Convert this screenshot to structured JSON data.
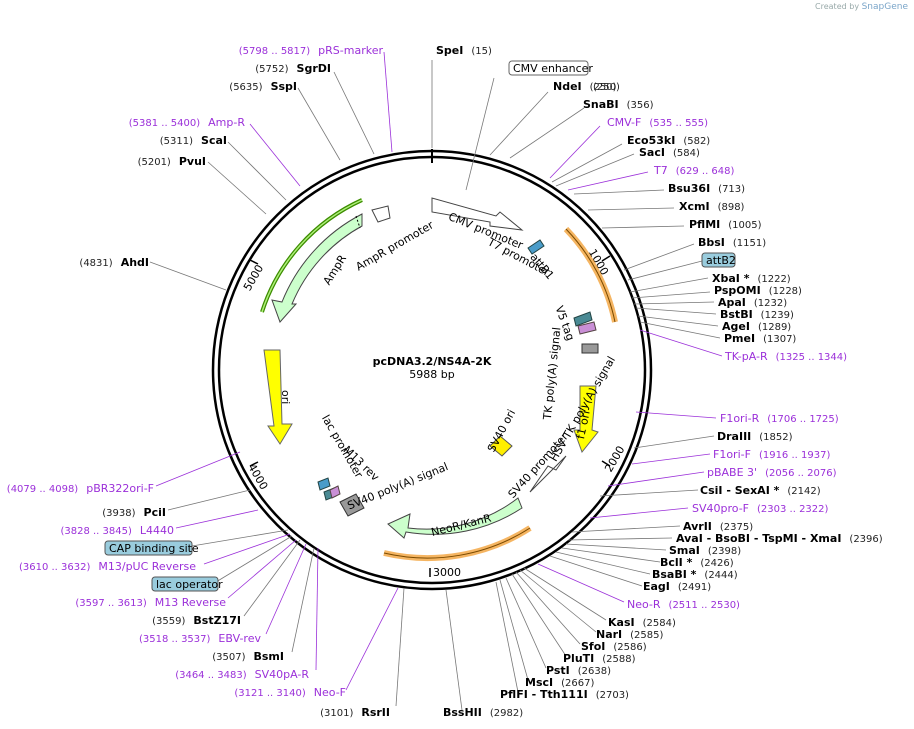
{
  "credit": {
    "prefix": "Created by",
    "brand": "SnapGene"
  },
  "plasmid": {
    "name": "pcDNA3.2/NS4A-2K",
    "length": "5988 bp"
  },
  "ticks": [
    "1000",
    "2000",
    "3000",
    "4000",
    "5000"
  ],
  "features": [
    {
      "label": "CMV promoter"
    },
    {
      "label": "T7 promoter"
    },
    {
      "label": "attB1"
    },
    {
      "label": "V5 tag"
    },
    {
      "label": "TK poly(A) signal"
    },
    {
      "label": "f1 ori"
    },
    {
      "label": "HSV TK poly(A) signal"
    },
    {
      "label": "SV40 promoter"
    },
    {
      "label": "SV40 ori"
    },
    {
      "label": "NeoR/KanR"
    },
    {
      "label": "SV40 poly(A) signal"
    },
    {
      "label": "M13 rev"
    },
    {
      "label": "lac promoter"
    },
    {
      "label": "ori"
    },
    {
      "label": "AmpR"
    },
    {
      "label": "AmpR promoter"
    }
  ],
  "boxed_labels": [
    {
      "label": "CMV enhancer",
      "pos": "(250)"
    },
    {
      "label": "attB2",
      "pos": ""
    },
    {
      "label": "CAP binding site",
      "pos": ""
    },
    {
      "label": "lac operator",
      "pos": ""
    }
  ],
  "labels": [
    {
      "name": "SpeI",
      "pos": "(15)",
      "kind": "enzyme"
    },
    {
      "name": "NdeI",
      "pos": "(250)",
      "kind": "enzyme"
    },
    {
      "name": "SnaBI",
      "pos": "(356)",
      "kind": "enzyme"
    },
    {
      "name": "CMV-F",
      "pos": "(535 .. 555)",
      "kind": "primer"
    },
    {
      "name": "Eco53kI",
      "pos": "(582)",
      "kind": "enzyme"
    },
    {
      "name": "SacI",
      "pos": "(584)",
      "kind": "enzyme"
    },
    {
      "name": "T7",
      "pos": "(629 .. 648)",
      "kind": "primer"
    },
    {
      "name": "Bsu36I",
      "pos": "(713)",
      "kind": "enzyme"
    },
    {
      "name": "XcmI",
      "pos": "(898)",
      "kind": "enzyme"
    },
    {
      "name": "PflMI",
      "pos": "(1005)",
      "kind": "enzyme"
    },
    {
      "name": "BbsI",
      "pos": "(1151)",
      "kind": "enzyme"
    },
    {
      "name": "XbaI *",
      "pos": "(1222)",
      "kind": "enzyme"
    },
    {
      "name": "PspOMI",
      "pos": "(1228)",
      "kind": "enzyme"
    },
    {
      "name": "ApaI",
      "pos": "(1232)",
      "kind": "enzyme"
    },
    {
      "name": "BstBI",
      "pos": "(1239)",
      "kind": "enzyme"
    },
    {
      "name": "AgeI",
      "pos": "(1289)",
      "kind": "enzyme"
    },
    {
      "name": "PmeI",
      "pos": "(1307)",
      "kind": "enzyme"
    },
    {
      "name": "TK-pA-R",
      "pos": "(1325 .. 1344)",
      "kind": "primer"
    },
    {
      "name": "F1ori-R",
      "pos": "(1706 .. 1725)",
      "kind": "primer"
    },
    {
      "name": "DraIII",
      "pos": "(1852)",
      "kind": "enzyme"
    },
    {
      "name": "F1ori-F",
      "pos": "(1916 .. 1937)",
      "kind": "primer"
    },
    {
      "name": "pBABE 3'",
      "pos": "(2056 .. 2076)",
      "kind": "primer"
    },
    {
      "name": "CsiI - SexAI *",
      "pos": "(2142)",
      "kind": "enzyme"
    },
    {
      "name": "SV40pro-F",
      "pos": "(2303 .. 2322)",
      "kind": "primer"
    },
    {
      "name": "AvrII",
      "pos": "(2375)",
      "kind": "enzyme"
    },
    {
      "name": "AvaI - BsoBI - TspMI - XmaI",
      "pos": "(2396)",
      "kind": "enzyme"
    },
    {
      "name": "SmaI",
      "pos": "(2398)",
      "kind": "enzyme"
    },
    {
      "name": "BclI *",
      "pos": "(2426)",
      "kind": "enzyme"
    },
    {
      "name": "BsaBI *",
      "pos": "(2444)",
      "kind": "enzyme"
    },
    {
      "name": "EagI",
      "pos": "(2491)",
      "kind": "enzyme"
    },
    {
      "name": "Neo-R",
      "pos": "(2511 .. 2530)",
      "kind": "primer"
    },
    {
      "name": "KasI",
      "pos": "(2584)",
      "kind": "enzyme"
    },
    {
      "name": "NarI",
      "pos": "(2585)",
      "kind": "enzyme"
    },
    {
      "name": "SfoI",
      "pos": "(2586)",
      "kind": "enzyme"
    },
    {
      "name": "PluTI",
      "pos": "(2588)",
      "kind": "enzyme"
    },
    {
      "name": "PstI",
      "pos": "(2638)",
      "kind": "enzyme"
    },
    {
      "name": "MscI",
      "pos": "(2667)",
      "kind": "enzyme"
    },
    {
      "name": "PflFI - Tth111I",
      "pos": "(2703)",
      "kind": "enzyme"
    },
    {
      "name": "BssHII",
      "pos": "(2982)",
      "kind": "enzyme"
    },
    {
      "name": "RsrII",
      "pos": "(3101)",
      "kind": "enzyme"
    },
    {
      "name": "Neo-F",
      "pos": "(3121 .. 3140)",
      "kind": "primer"
    },
    {
      "name": "SV40pA-R",
      "pos": "(3464 .. 3483)",
      "kind": "primer"
    },
    {
      "name": "BsmI",
      "pos": "(3507)",
      "kind": "enzyme"
    },
    {
      "name": "EBV-rev",
      "pos": "(3518 .. 3537)",
      "kind": "primer"
    },
    {
      "name": "BstZ17I",
      "pos": "(3559)",
      "kind": "enzyme"
    },
    {
      "name": "M13 Reverse",
      "pos": "(3597 .. 3613)",
      "kind": "primer"
    },
    {
      "name": "M13/pUC Reverse",
      "pos": "(3610 .. 3632)",
      "kind": "primer"
    },
    {
      "name": "L4440",
      "pos": "(3828 .. 3845)",
      "kind": "primer"
    },
    {
      "name": "PciI",
      "pos": "(3938)",
      "kind": "enzyme"
    },
    {
      "name": "pBR322ori-F",
      "pos": "(4079 .. 4098)",
      "kind": "primer"
    },
    {
      "name": "AhdI",
      "pos": "(4831)",
      "kind": "enzyme"
    },
    {
      "name": "PvuI",
      "pos": "(5201)",
      "kind": "enzyme"
    },
    {
      "name": "ScaI",
      "pos": "(5311)",
      "kind": "enzyme"
    },
    {
      "name": "Amp-R",
      "pos": "(5381 .. 5400)",
      "kind": "primer"
    },
    {
      "name": "SspI",
      "pos": "(5635)",
      "kind": "enzyme"
    },
    {
      "name": "SgrDI",
      "pos": "(5752)",
      "kind": "enzyme"
    },
    {
      "name": "pRS-marker",
      "pos": "(5798 .. 5817)",
      "kind": "primer"
    }
  ],
  "colors": {
    "primer": "#9b30d9",
    "enzyme": "#000000",
    "ampr_fill": "#ccffcc",
    "ampr_stroke": "#3c8c00",
    "ori_fill": "#ffff00",
    "orange_arc": "#f3a23b",
    "neo_fill": "#ccffcc",
    "boxed_fill": "#99ccdd"
  }
}
